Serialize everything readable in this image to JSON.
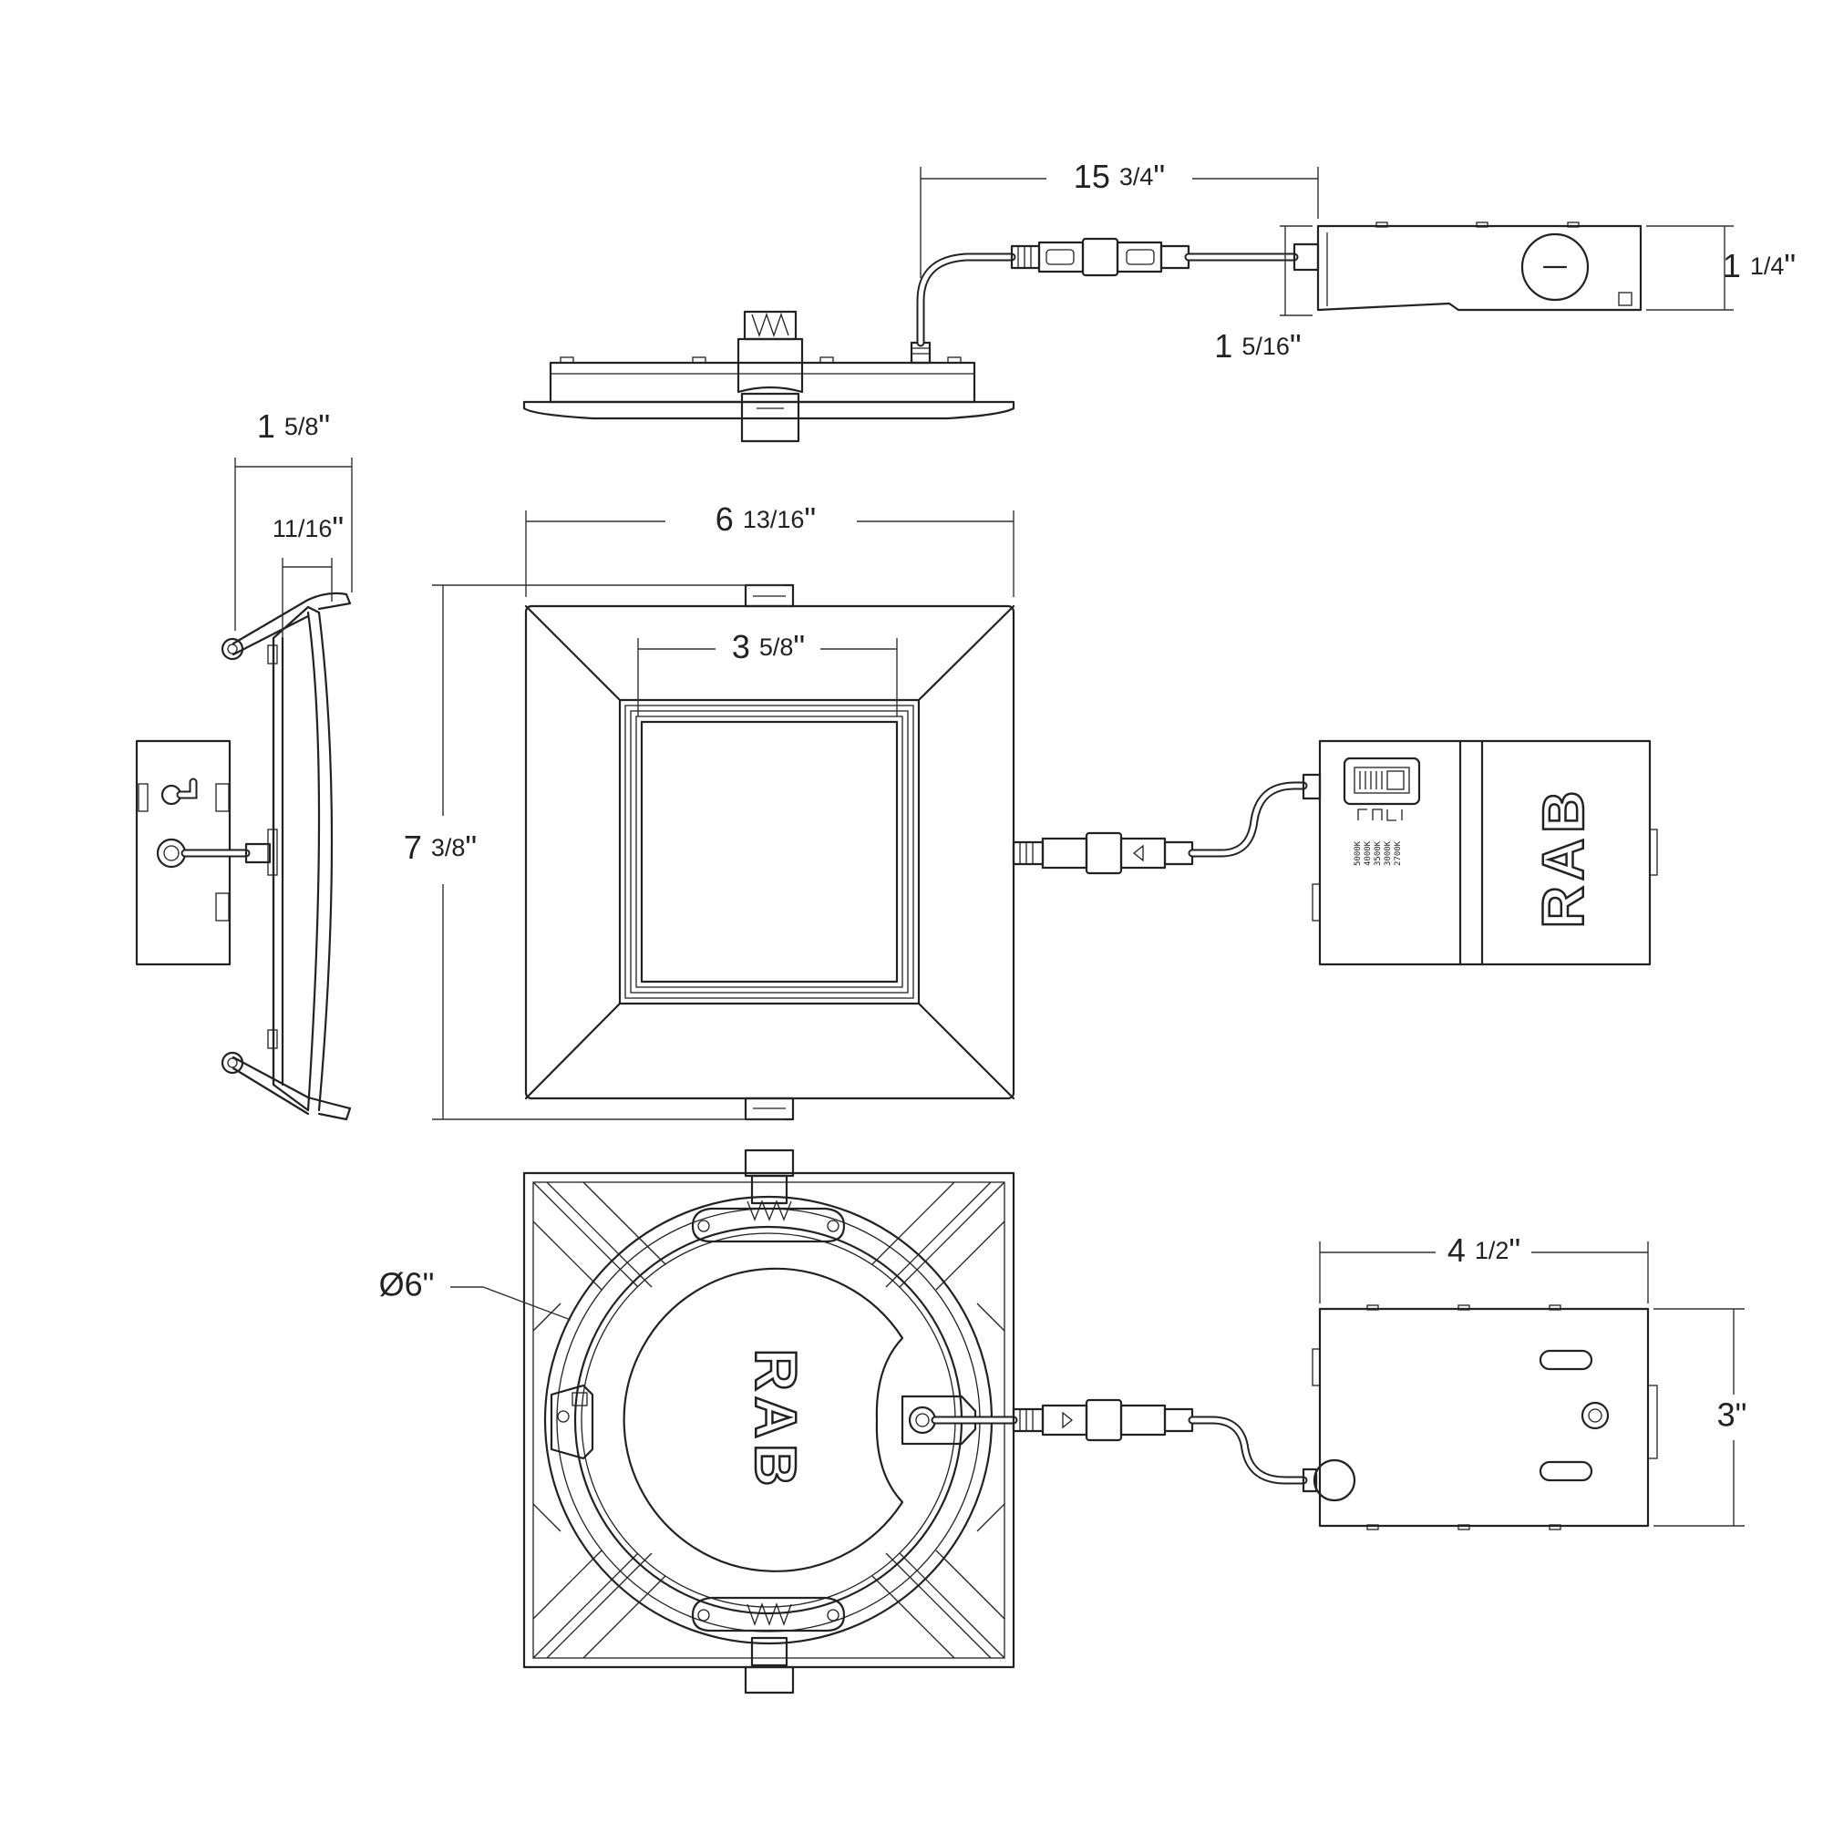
{
  "dimensions": {
    "driver_cable_length": {
      "whole": "15",
      "frac": "3/4",
      "unit": "\""
    },
    "driver_box_height": {
      "whole": "1",
      "frac": "1/4",
      "unit": "\""
    },
    "fixture_profile_height": {
      "whole": "1",
      "frac": "5/16",
      "unit": "\""
    },
    "overall_depth": {
      "whole": "1",
      "frac": "5/8",
      "unit": "\""
    },
    "trim_depth": {
      "whole": "",
      "frac": "11/16",
      "unit": "\""
    },
    "overall_width": {
      "whole": "6",
      "frac": "13/16",
      "unit": "\""
    },
    "aperture_width": {
      "whole": "3",
      "frac": "5/8",
      "unit": "\""
    },
    "overall_height": {
      "whole": "7",
      "frac": "3/8",
      "unit": "\""
    },
    "body_diameter": {
      "label": "Ø6\""
    },
    "junction_box_length": {
      "whole": "4",
      "frac": "1/2",
      "unit": "\""
    },
    "junction_box_width": {
      "label": "3\""
    }
  },
  "brand": {
    "logo_text": "RAB"
  },
  "cct_switch": {
    "options": [
      "5000K",
      "4000K",
      "3500K",
      "3000K",
      "2700K"
    ]
  },
  "colors": {
    "line": "#222222",
    "background": "#ffffff"
  }
}
